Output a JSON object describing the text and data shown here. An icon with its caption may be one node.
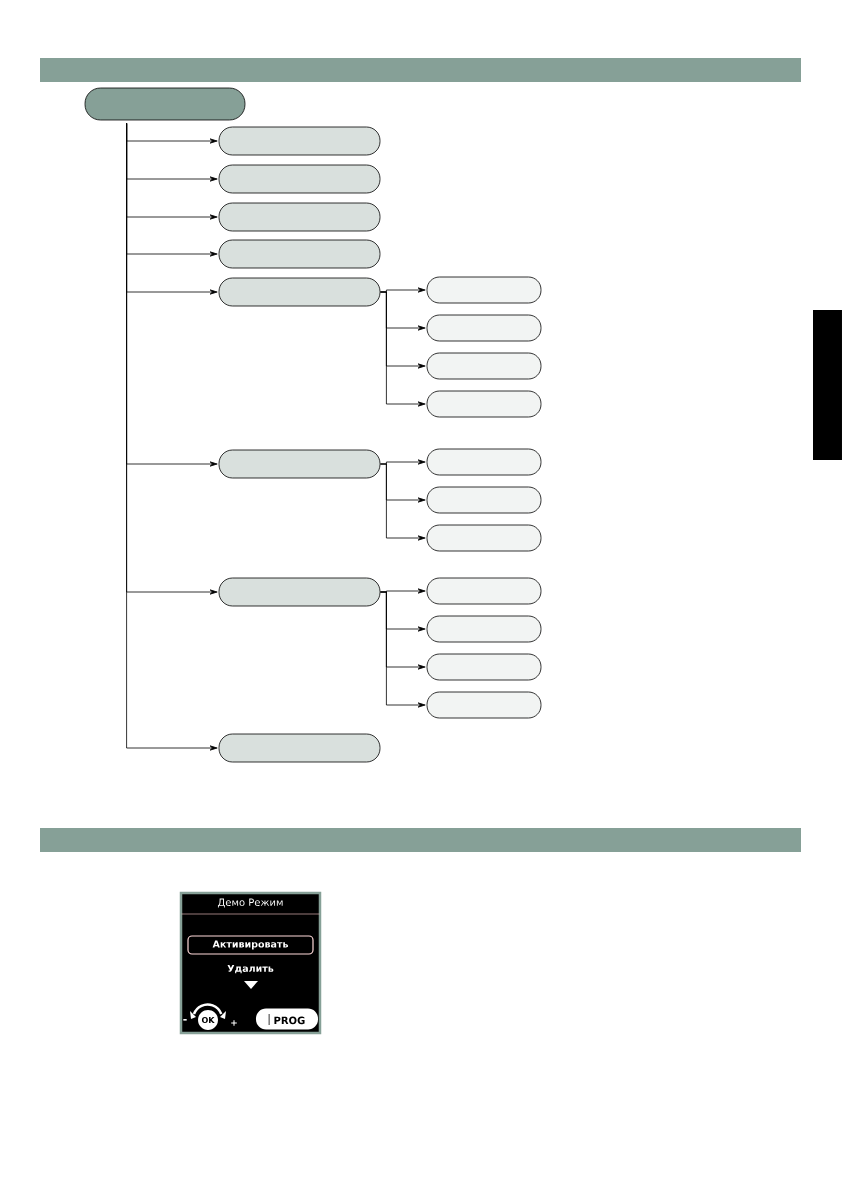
{
  "diagram": {
    "nodes": [
      {
        "text": [],
        "shape": "bar"
      },
      {
        "text": [],
        "shape": "box"
      },
      {
        "text": [],
        "shape": "box"
      },
      {
        "text": [],
        "shape": "box"
      },
      {
        "text": [],
        "shape": "box"
      },
      {
        "text": [],
        "shape": "box"
      },
      {
        "text": [],
        "shape": "box"
      },
      {
        "text": [],
        "shape": "box"
      },
      {
        "text": [],
        "shape": "box"
      },
      {
        "text": [],
        "shape": "box"
      },
      {
        "text": [],
        "shape": "box"
      },
      {
        "text": [],
        "shape": "box"
      },
      {
        "text": [],
        "shape": "box"
      },
      {
        "text": [],
        "shape": "box"
      },
      {
        "text": [],
        "shape": "box"
      },
      {
        "text": [],
        "shape": "box"
      },
      {
        "text": [],
        "shape": "box"
      },
      {
        "text": [],
        "shape": "box"
      },
      {
        "text": [],
        "shape": "box"
      },
      {
        "text": [],
        "shape": "box"
      },
      {
        "text": [],
        "shape": "box"
      },
      {
        "text": [],
        "shape": "bar"
      },
      {
        "text": [],
        "shape": "bar"
      },
      {
        "text": [
          "Демо Режим",
          "Удалить",
          "-",
          "+"
        ]
      },
      {
        "text": [
          "Активировать"
        ],
        "in": 23
      },
      {
        "text": [
          "OK"
        ],
        "in": 23
      },
      {
        "text": [
          "PROG"
        ],
        "in": 23
      }
    ],
    "edges": [
      {
        "from": 1,
        "to": 2,
        "arrow": "to"
      },
      {
        "from": 1,
        "to": 3,
        "arrow": "to"
      },
      {
        "from": 1,
        "to": 4,
        "arrow": "to"
      },
      {
        "from": 1,
        "to": 5,
        "arrow": "to"
      },
      {
        "from": 1,
        "to": 6,
        "arrow": "to"
      },
      {
        "from": 6,
        "to": 7,
        "arrow": "to"
      },
      {
        "from": 6,
        "to": 8,
        "arrow": "to"
      },
      {
        "from": 6,
        "to": 9,
        "arrow": "to"
      },
      {
        "from": 6,
        "to": 10,
        "arrow": "to"
      },
      {
        "from": 1,
        "to": 11,
        "arrow": "to"
      },
      {
        "from": 11,
        "to": 12,
        "arrow": "to"
      },
      {
        "from": 11,
        "to": 13,
        "arrow": "to"
      },
      {
        "from": 11,
        "to": 14,
        "arrow": "to"
      },
      {
        "from": 1,
        "to": 15,
        "arrow": "to"
      },
      {
        "from": 15,
        "to": 16,
        "arrow": "to"
      },
      {
        "from": 15,
        "to": 17,
        "arrow": "to"
      },
      {
        "from": 15,
        "to": 18,
        "arrow": "to"
      },
      {
        "from": 15,
        "to": 19,
        "arrow": "to"
      },
      {
        "from": 1,
        "to": 20,
        "arrow": "to"
      }
    ]
  }
}
